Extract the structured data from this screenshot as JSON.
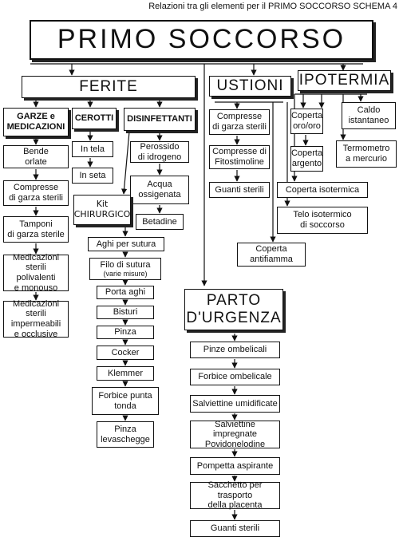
{
  "header": {
    "caption": "Relazioni tra gli elementi per il PRIMO SOCCORSO SCHEMA 4"
  },
  "root": {
    "title": "PRIMO SOCCORSO"
  },
  "sections": {
    "ferite": "FERITE",
    "ustioni": "USTIONI",
    "ipotermia": "IPOTERMIA",
    "parto": {
      "line1": "PARTO",
      "line2": "D'URGENZA"
    }
  },
  "ferite": {
    "garze": {
      "title_line1": "GARZE e",
      "title_line2": "MEDICAZIONI",
      "items": [
        [
          "Bende",
          "orlate"
        ],
        [
          "Compresse",
          "di garza sterili"
        ],
        [
          "Tamponi",
          "di garza sterile"
        ],
        [
          "Medicazioni sterili",
          "polivalenti",
          "e monouso"
        ],
        [
          "Medicazioni sterili",
          "impermeabili",
          "e occlusive"
        ]
      ]
    },
    "cerotti": {
      "title": "CEROTTI",
      "items": [
        "In tela",
        "In seta"
      ]
    },
    "disinfettanti": {
      "title": "DISINFETTANTI",
      "items": [
        [
          "Perossido",
          "di idrogeno"
        ],
        [
          "Acqua",
          "ossigenata"
        ],
        [
          "Betadine"
        ]
      ]
    },
    "kit": {
      "title_line1": "Kit",
      "title_line2": "CHIRURGICO",
      "items": [
        [
          "Aghi per sutura"
        ],
        [
          "Filo di sutura",
          "(varie misure)"
        ],
        [
          "Porta aghi"
        ],
        [
          "Bisturi"
        ],
        [
          "Pinza"
        ],
        [
          "Cocker"
        ],
        [
          "Klemmer"
        ],
        [
          "Forbice punta",
          "tonda"
        ],
        [
          "Pinza",
          "levaschegge"
        ]
      ]
    }
  },
  "ustioni": {
    "items": [
      [
        "Compresse",
        "di garza sterili"
      ],
      [
        "Compresse di",
        "Fitostimoline"
      ],
      [
        "Guanti sterili"
      ]
    ],
    "coperta_antifiamma": [
      "Coperta",
      "antifiamma"
    ]
  },
  "ipotermia": {
    "items": [
      [
        "Coperta",
        "oro/oro"
      ],
      [
        "Coperta",
        "argento"
      ],
      [
        "Caldo",
        "istantaneo"
      ],
      [
        "Termometro",
        "a mercurio"
      ]
    ],
    "coperta_isotermica": "Coperta isotermica",
    "telo": [
      "Telo isotermico",
      "di soccorso"
    ]
  },
  "parto": {
    "items": [
      [
        "Pinze ombelicali"
      ],
      [
        "Forbice ombelicale"
      ],
      [
        "Salviettine umidificate"
      ],
      [
        "Salviettine impregnate",
        "Povidonelodine"
      ],
      [
        "Pompetta aspirante"
      ],
      [
        "Sacchetto per trasporto",
        "della placenta"
      ],
      [
        "Guanti sterili"
      ]
    ]
  }
}
